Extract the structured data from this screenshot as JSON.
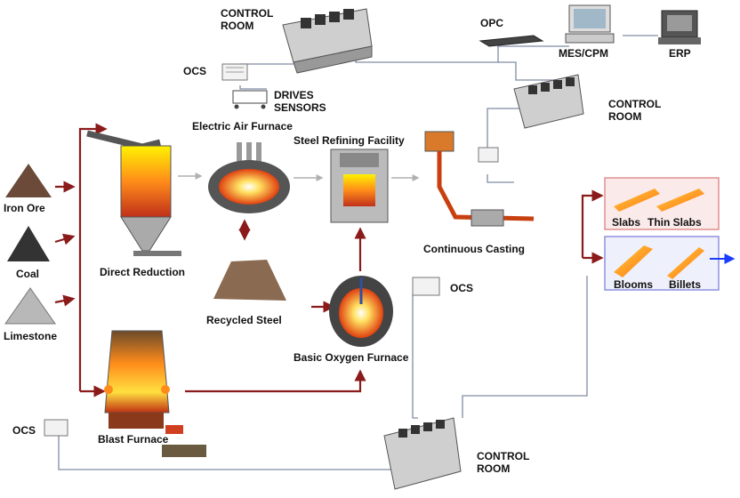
{
  "labels": {
    "control_room_top": "CONTROL\nROOM",
    "control_room_right": "CONTROL\nROOM",
    "control_room_bottom": "CONTROL\nROOM",
    "ocs_top": "OCS",
    "ocs_mid": "OCS",
    "ocs_bottom": "OCS",
    "drives_sensors": "DRIVES\nSENSORS",
    "opc": "OPC",
    "mes_cpm": "MES/CPM",
    "erp": "ERP",
    "iron_ore": "Iron Ore",
    "coal": "Coal",
    "limestone": "Limestone",
    "direct_reduction": "Direct Reduction",
    "electric_air_furnace": "Electric Air Furnace",
    "steel_refining_facility": "Steel Refining Facility",
    "continuous_casting": "Continuous Casting",
    "recycled_steel": "Recycled Steel",
    "basic_oxygen_furnace": "Basic Oxygen Furnace",
    "blast_furnace": "Blast Furnace",
    "slabs": "Slabs",
    "thin_slabs": "Thin Slabs",
    "blooms": "Blooms",
    "billets": "Billets"
  },
  "colors": {
    "flow_arrow": "#8b1a1a",
    "control_line": "#7f8ca5",
    "molten": "#ff8c1a",
    "products_top_border": "#e09090",
    "products_bottom_border": "#9090e0",
    "billet_arrow": "#1a3cff"
  }
}
